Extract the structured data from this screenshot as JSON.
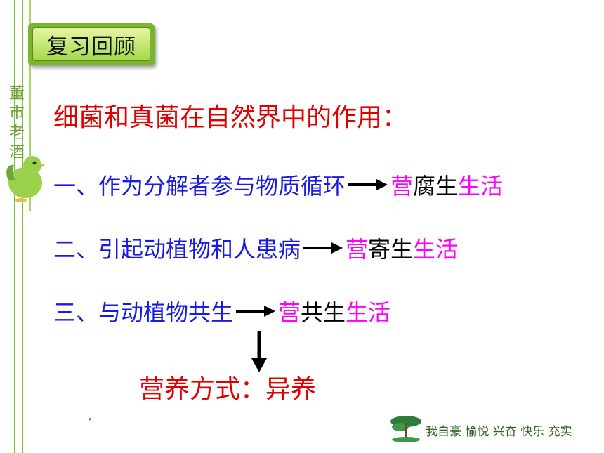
{
  "header": {
    "badge_label": "复习回顾"
  },
  "side_decoration": {
    "text": "董市老酒"
  },
  "title": "细菌和真菌在自然界中的作用：",
  "roles": [
    {
      "label": "一、作为分解者参与物质循环",
      "prefix": "营",
      "middle": "腐生",
      "suffix": "生活"
    },
    {
      "label": "二、引起动植物和人患病",
      "prefix": "营",
      "middle": "寄生",
      "suffix": "生活"
    },
    {
      "label": "三、与动植物共生",
      "prefix": "营",
      "middle": "共生",
      "suffix": "生活"
    }
  ],
  "result": "营养方式：异养",
  "footer": {
    "slogan": "我自豪 愉悦 兴奋 快乐 充实",
    "stray_mark": ","
  },
  "colors": {
    "title_red": "#e00000",
    "label_blue": "#1a1ae6",
    "accent_magenta": "#ff00ff",
    "badge_green": "#7bb52e",
    "decor_green": "#7fbf3a"
  }
}
